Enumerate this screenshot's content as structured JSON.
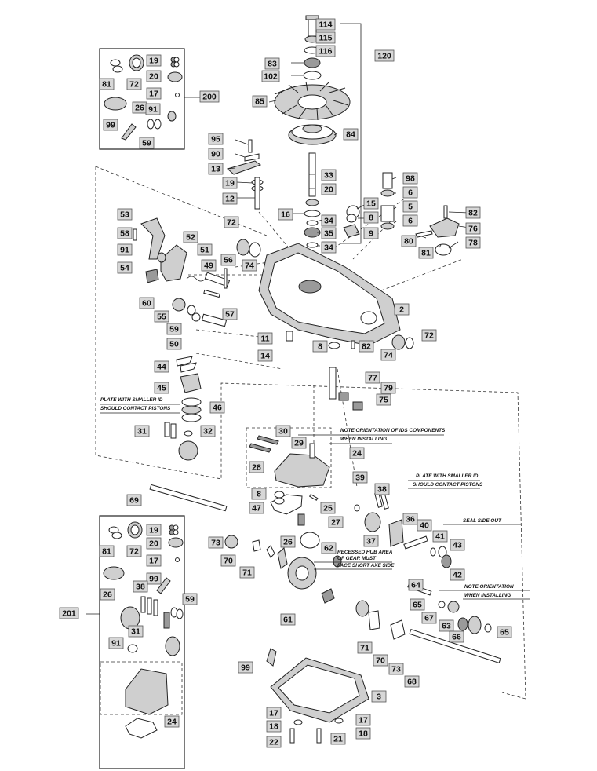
{
  "callouts": {
    "c114": "114",
    "c115": "115",
    "c116": "116",
    "c120": "120",
    "c83": "83",
    "c102": "102",
    "c85": "85",
    "c84": "84",
    "c95": "95",
    "c90": "90",
    "c13": "13",
    "c19a": "19",
    "c12": "12",
    "c33": "33",
    "c20a": "20",
    "c16": "16",
    "c34a": "34",
    "c35": "35",
    "c34b": "34",
    "c98": "98",
    "c6a": "6",
    "c15a": "15",
    "c5": "5",
    "c8a": "8",
    "c6b": "6",
    "c9": "9",
    "c82a": "82",
    "c76": "76",
    "c80": "80",
    "c78": "78",
    "c81a": "81",
    "c53": "53",
    "c58": "58",
    "c52": "52",
    "c91a": "91",
    "c51": "51",
    "c54": "54",
    "c72a": "72",
    "c74a": "74",
    "c56": "56",
    "c49": "49",
    "c57": "57",
    "c60": "60",
    "c55": "55",
    "c59a": "59",
    "c50": "50",
    "c2": "2",
    "c11": "11",
    "c8b": "8",
    "c14": "14",
    "c82b": "82",
    "c74b": "74",
    "c72b": "72",
    "c44": "44",
    "c45": "45",
    "c46": "46",
    "c31a": "31",
    "c32": "32",
    "c77": "77",
    "c79": "79",
    "c75": "75",
    "c30": "30",
    "c29": "29",
    "c24a": "24",
    "c28": "28",
    "c69": "69",
    "c39": "39",
    "c38a": "38",
    "c36": "36",
    "c8c": "8",
    "c47": "47",
    "c25": "25",
    "c27": "27",
    "c37": "37",
    "c40": "40",
    "c41": "41",
    "c43": "43",
    "c42": "42",
    "c73a": "73",
    "c26a": "26",
    "c62": "62",
    "c70a": "70",
    "c71a": "71",
    "c64": "64",
    "c65a": "65",
    "c67": "67",
    "c63": "63",
    "c66": "66",
    "c65b": "65",
    "c61": "61",
    "c71b": "71",
    "c70b": "70",
    "c73b": "73",
    "c68": "68",
    "c99a": "99",
    "c3": "3",
    "c17a": "17",
    "c18a": "18",
    "c22": "22",
    "c21": "21",
    "c17b": "17",
    "c18b": "18",
    "k200_19": "19",
    "k200_72": "72",
    "k200_81": "81",
    "k200_20": "20",
    "k200_17": "17",
    "k200_26": "26",
    "k200_91": "91",
    "k200_99": "99",
    "k200_59": "59",
    "k200_id": "200",
    "k201_19": "19",
    "k201_81": "81",
    "k201_72": "72",
    "k201_20": "20",
    "k201_17": "17",
    "k201_26": "26",
    "k201_99": "99",
    "k201_38": "38",
    "k201_59": "59",
    "k201_31": "31",
    "k201_91": "91",
    "k201_24": "24",
    "k201_id": "201"
  },
  "notes": {
    "plate_left_1": "PLATE WITH SMALLER ID",
    "plate_left_2": "SHOULD CONTACT PISTONS",
    "ids_1": "NOTE ORIENTATION OF IDS COMPONENTS",
    "ids_2": "WHEN INSTALLING",
    "plate_right_1": "PLATE WITH SMALLER ID",
    "plate_right_2": "SHOULD CONTACT PISTONS",
    "seal_side": "SEAL SIDE OUT",
    "hub_1": "RECESSED HUB AREA",
    "hub_2": "OF GEAR MUST",
    "hub_3": "FACE SHORT AXE SIDE",
    "orient_1": "NOTE ORIENTATION",
    "orient_2": "WHEN INSTALLING"
  },
  "colors": {
    "label_fill": "#d7d7d7",
    "line": "#222222",
    "background": "#ffffff"
  }
}
